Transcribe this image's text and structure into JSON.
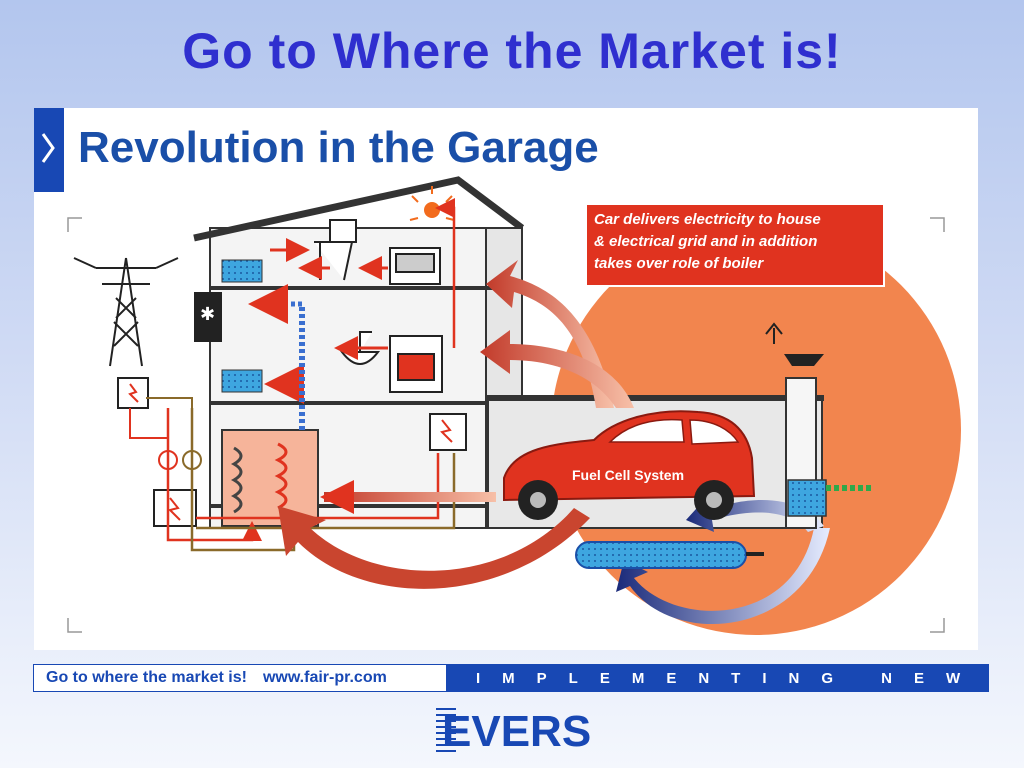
{
  "slide": {
    "title": "Go to Where the Market is!"
  },
  "figure": {
    "heading": "Revolution in the Garage",
    "callout_lines": [
      "Car delivers electricity to house",
      "& electrical grid and in addition",
      "takes over role of boiler"
    ],
    "car_label": "Fuel Cell System",
    "colors": {
      "orange": "#f2854e",
      "red": "#e0331f",
      "blue": "#1a4fa8",
      "brand_blue": "#1848b4"
    }
  },
  "footer": {
    "tagline": "Go to where the market is!",
    "url": "www.fair-pr.com",
    "slogan": "IMPLEMENTING NEW IDEAS",
    "logo_text": "EVERS"
  }
}
